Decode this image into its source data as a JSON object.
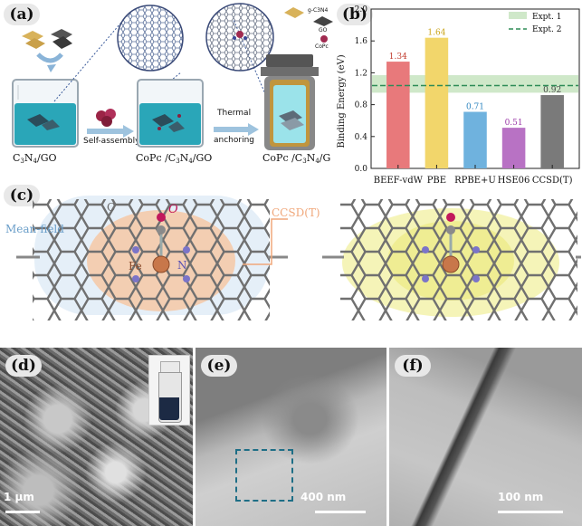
{
  "panels": {
    "a": {
      "tag": "(a)",
      "step1_label": "C",
      "step1_sub1": "3",
      "step1_mid": "N",
      "step1_sub2": "4",
      "step1_tail": "/GO",
      "arrow1": "Self-assembly",
      "step2_label": "CoPc /C",
      "step2_sub1": "3",
      "step2_mid": "N",
      "step2_sub2": "4",
      "step2_tail": "/GO",
      "arrow2_line1": "Thermal",
      "arrow2_line2": "anchoring",
      "step3_label": "CoPc /C",
      "step3_sub1": "3",
      "step3_mid": "N",
      "step3_sub2": "4",
      "step3_tail": "/G",
      "legend_gc3n4": "g-C3N4",
      "legend_go": "GO",
      "legend_copc": "CoPc"
    },
    "b": {
      "tag": "(b)",
      "ylabel": "Binding Energy (eV)"
    },
    "c": {
      "tag": "(c)",
      "atom_c": "C",
      "atom_o": "O",
      "atom_fe": "Fe",
      "atom_n": "N",
      "mean_field": "Mean-field",
      "ccsd": "CCSD(T)"
    },
    "d": {
      "tag": "(d)",
      "scale": "1 μm"
    },
    "e": {
      "tag": "(e)",
      "scale": "400 nm"
    },
    "f": {
      "tag": "(f)",
      "scale": "100 nm"
    }
  },
  "chart_data": {
    "type": "bar",
    "categories": [
      "BEEF-vdW",
      "PBE",
      "RPBE+U",
      "HSE06",
      "CCSD(T)"
    ],
    "values": [
      1.34,
      1.64,
      0.71,
      0.51,
      0.92
    ],
    "value_labels": [
      "1.34",
      "1.64",
      "0.71",
      "0.51",
      "0.92"
    ],
    "bar_colors": [
      "#e8797b",
      "#f2d66b",
      "#6fb2de",
      "#b872c4",
      "#7a7a7a"
    ],
    "label_colors": [
      "#c0392b",
      "#c9a214",
      "#2f86c0",
      "#9b3aa8",
      "#444444"
    ],
    "ylabel": "Binding Energy (eV)",
    "ylim": [
      0.0,
      2.0
    ],
    "yticks": [
      "0.0",
      "0.4",
      "0.8",
      "1.2",
      "1.6",
      "2.0"
    ],
    "ytick_values": [
      0.0,
      0.4,
      0.8,
      1.2,
      1.6,
      2.0
    ],
    "expt1": {
      "name": "Expt. 1",
      "low": 0.95,
      "high": 1.17,
      "color": "#cfe8c9"
    },
    "expt2": {
      "name": "Expt. 2",
      "value": 1.04,
      "color": "#2e8b57"
    },
    "legend_position": "top-right"
  }
}
